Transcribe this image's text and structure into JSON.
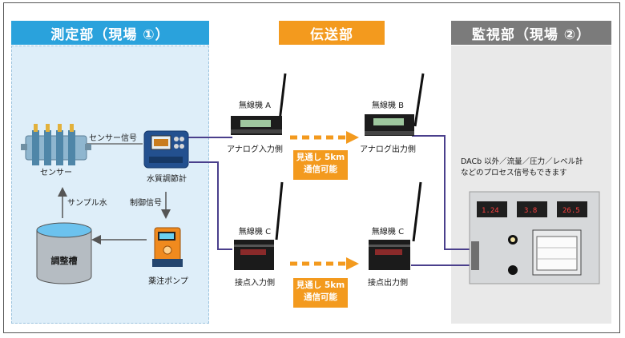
{
  "headers": {
    "measurement": "測定部（現場 ①）",
    "transmission": "伝送部",
    "monitoring": "監視部（現場 ②）"
  },
  "colors": {
    "measurement_header": "#2aa2dc",
    "measurement_bg": "#deeef9",
    "transmission_header": "#f39a1e",
    "monitoring_header": "#7b7b7b",
    "monitoring_bg": "#e9e9e9",
    "signal_line": "#4a3f8c",
    "dash_arrow": "#f39a1e"
  },
  "measurement": {
    "sensor_label": "センサー",
    "sensor_signal_label": "センサー信号",
    "controller_label": "水質調節計",
    "sample_water_label": "サンプル水",
    "control_signal_label": "制御信号",
    "tank_label": "調整槽",
    "pump_label": "薬注ポンプ"
  },
  "transmission": {
    "radio_a": "無線機 A",
    "radio_b": "無線機 B",
    "radio_c_left": "無線機 C",
    "radio_c_right": "無線機 C",
    "analog_in": "アナログ入力側",
    "analog_out": "アナログ出力側",
    "contact_in": "接点入力側",
    "contact_out": "接点出力側",
    "badge_top_line1": "見通し 5km",
    "badge_top_line2": "通信可能",
    "badge_bottom_line1": "見通し 5km",
    "badge_bottom_line2": "通信可能"
  },
  "monitoring": {
    "note_line1": "DACb 以外／流量／圧力／レベル計",
    "note_line2": "などのプロセス信号もできます",
    "meter_values": [
      "1.24",
      "3.8",
      "26.5"
    ]
  }
}
